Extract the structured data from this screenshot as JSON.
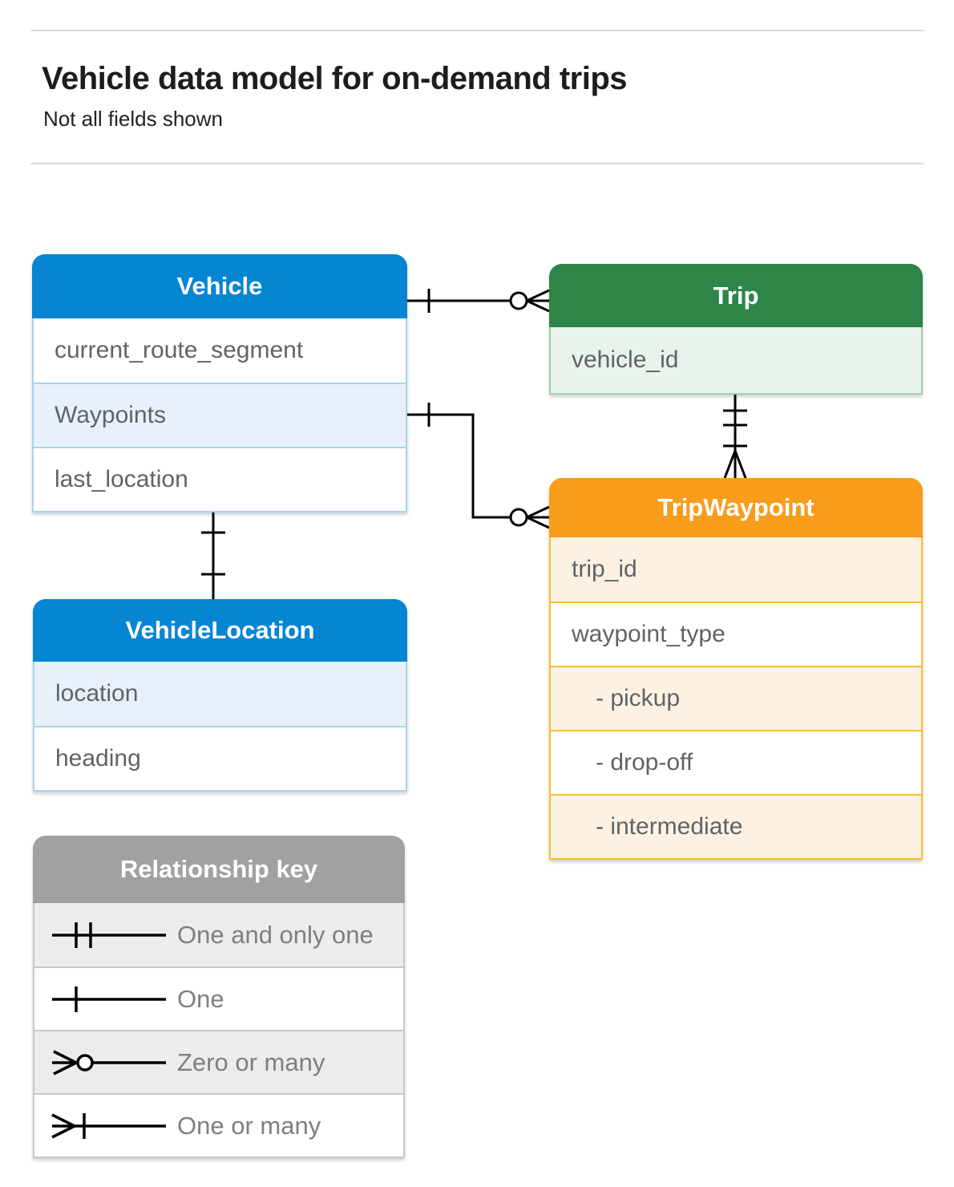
{
  "page": {
    "title": "Vehicle data model for on-demand trips",
    "subtitle": "Not all fields shown"
  },
  "tables": {
    "vehicle": {
      "title": "Vehicle",
      "rows": [
        {
          "label": "current_route_segment"
        },
        {
          "label": "Waypoints"
        },
        {
          "label": "last_location"
        }
      ]
    },
    "trip": {
      "title": "Trip",
      "rows": [
        {
          "label": "vehicle_id"
        }
      ]
    },
    "trip_waypoint": {
      "title": "TripWaypoint",
      "rows": [
        {
          "label": "trip_id"
        },
        {
          "label": "waypoint_type"
        },
        {
          "label": "- pickup"
        },
        {
          "label": "- drop-off"
        },
        {
          "label": "- intermediate"
        }
      ]
    },
    "vehicle_location": {
      "title": "VehicleLocation",
      "rows": [
        {
          "label": "location"
        },
        {
          "label": "heading"
        }
      ]
    }
  },
  "legend": {
    "title": "Relationship key",
    "items": [
      {
        "symbol": "one-and-only-one-icon",
        "label": "One and only one"
      },
      {
        "symbol": "one-icon",
        "label": "One"
      },
      {
        "symbol": "zero-or-many-icon",
        "label": "Zero or many"
      },
      {
        "symbol": "one-or-many-icon",
        "label": "One or many"
      }
    ]
  },
  "connectors": [
    {
      "from": "Vehicle",
      "to": "Trip",
      "from_cardinality": "one",
      "to_cardinality": "zero-or-many"
    },
    {
      "from": "Vehicle.Waypoints",
      "to": "TripWaypoint",
      "from_cardinality": "one",
      "to_cardinality": "zero-or-many"
    },
    {
      "from": "Trip",
      "to": "TripWaypoint",
      "from_cardinality": "one-and-only-one",
      "to_cardinality": "one-or-many"
    },
    {
      "from": "Vehicle",
      "to": "VehicleLocation",
      "from_cardinality": "one",
      "to_cardinality": "one"
    }
  ],
  "colors": {
    "blue_header": "#0685d2",
    "blue_row": "#e8f1fb",
    "green_header": "#2e8548",
    "green_row": "#e9f3ec",
    "orange_header": "#f89c1c",
    "orange_row": "#fdf2e2",
    "gray_header": "#a1a1a1",
    "gray_row": "#ececec",
    "field_text": "#5f6368"
  }
}
